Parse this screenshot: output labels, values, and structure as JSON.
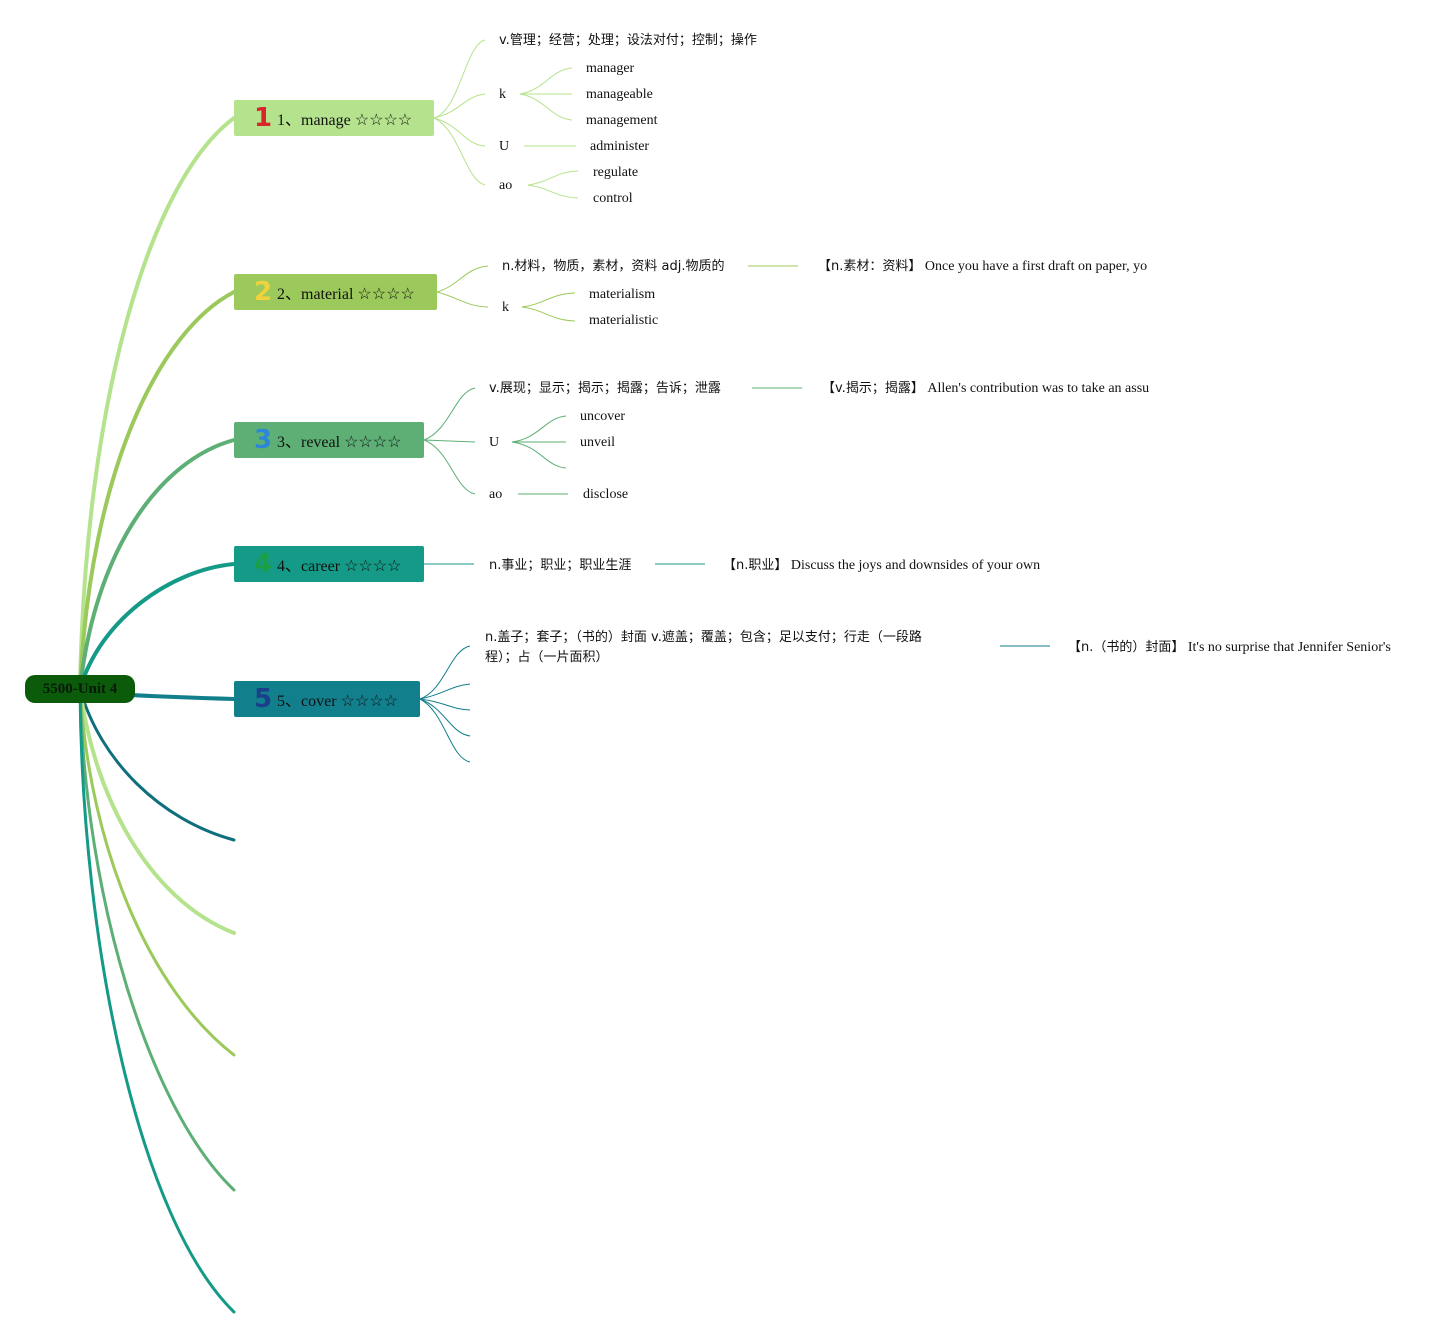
{
  "root": {
    "label": "5500-Unit 4"
  },
  "topics": [
    {
      "badge": "1",
      "label": "1、manage ☆☆☆☆",
      "definition": "v.管理；经营；处理；设法对付；控制；操作",
      "k_label": "k",
      "k_items": [
        "manager",
        "manageable",
        "management"
      ],
      "u_label": "U",
      "u_items": [
        "administer"
      ],
      "ao_label": "ao",
      "ao_items": [
        "regulate",
        "control"
      ]
    },
    {
      "badge": "2",
      "label": "2、material ☆☆☆☆",
      "definition": "n.材料，物质，素材，资料 adj.物质的",
      "note_label": "【n.素材：资料】",
      "note_example": "Once you have a first draft on paper, yo",
      "k_label": "k",
      "k_items": [
        "materialism",
        "materialistic"
      ]
    },
    {
      "badge": "3",
      "label": "3、reveal ☆☆☆☆",
      "definition": "v.展现；显示；揭示；揭露；告诉；泄露",
      "note_label": "【v.揭示；揭露】",
      "note_example": "Allen's contribution was to take an assu",
      "u_label": "U",
      "u_items": [
        "uncover",
        "unveil"
      ],
      "ao_label": "ao",
      "ao_items": [
        "disclose"
      ]
    },
    {
      "badge": "4",
      "label": "4、career ☆☆☆☆",
      "definition": "n.事业；职业；职业生涯",
      "note_label": "【n.职业】",
      "note_example": "Discuss the joys and downsides of your own"
    },
    {
      "badge": "5",
      "label": "5、cover ☆☆☆☆",
      "definition_line1": "n.盖子；套子；（书的）封面 v.遮盖；覆盖；包含；足以支付；行走（一段路",
      "definition_line2": "程）；占（一片面积）",
      "note_label": "【n.（书的）封面】",
      "note_example": "It's no surprise that Jennifer Senior's"
    }
  ],
  "colors": {
    "t1": "#b5e38d",
    "t2": "#9cc95b",
    "t3": "#5daf76",
    "t4": "#159a88",
    "t5": "#127f8d",
    "t6": "#0f6f7d",
    "root": "#0b5b0b"
  }
}
